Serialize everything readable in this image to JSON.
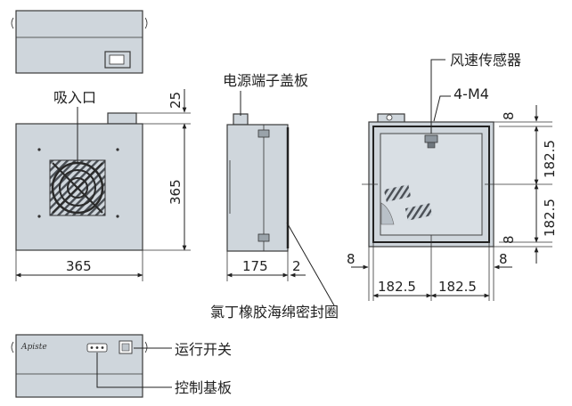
{
  "labels": {
    "intake": "吸入口",
    "terminal_cover": "电源端子盖板",
    "wind_sensor": "风速传感器",
    "screw": "4-M4",
    "gasket": "氯丁橡胶海绵密封圈",
    "run_switch": "运行开关",
    "control_board": "控制基板",
    "brand": "Apiste"
  },
  "dimensions": {
    "front_width": "365",
    "front_height": "365",
    "top_protrusion": "25",
    "side_depth": "175",
    "side_gasket": "2",
    "back_margin_top": "8",
    "back_half_height_upper": "182.5",
    "back_half_height_lower": "182.5",
    "back_margin_bottom": "8",
    "back_margin_left": "8",
    "back_margin_right": "8",
    "back_half_width_left": "182.5",
    "back_half_width_right": "182.5"
  },
  "colors": {
    "body_fill": "#cfd6dc",
    "outline": "#3a3a3a",
    "text": "#222222"
  }
}
